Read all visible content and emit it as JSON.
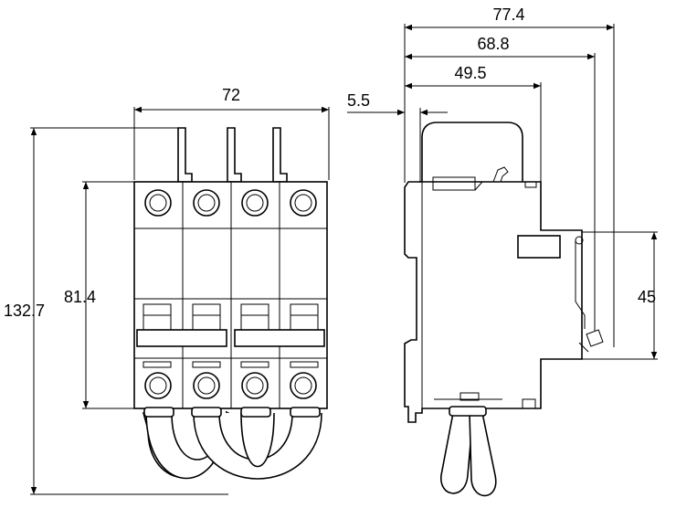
{
  "dimensions": {
    "front_width": "72",
    "front_total_height": "132.7",
    "front_body_height": "81.4",
    "side_total_depth": "77.4",
    "side_depth_mid": "68.8",
    "side_depth_front": "49.5",
    "side_offset": "5.5",
    "side_window_height": "45"
  },
  "colors": {
    "line": "#000000",
    "background": "#ffffff"
  }
}
